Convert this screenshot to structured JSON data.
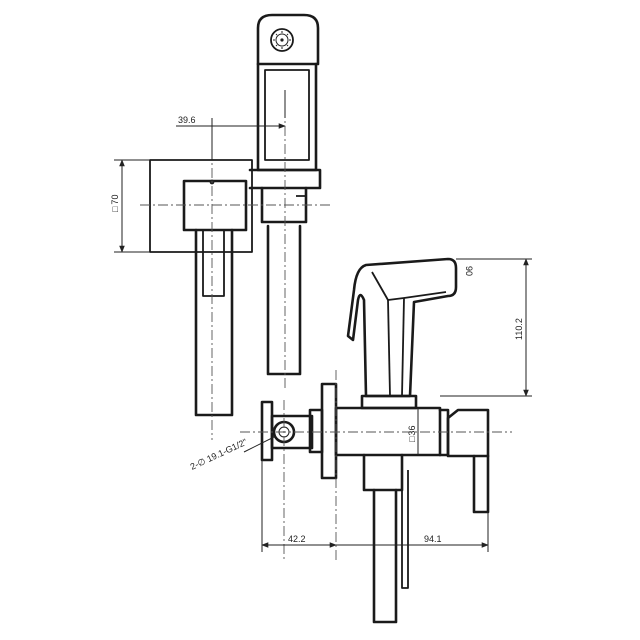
{
  "drawing": {
    "dimensions": {
      "dim_39_6": "39.6",
      "dim_70": "70",
      "dim_90": "90",
      "dim_110_2": "110.2",
      "dim_36": "36",
      "dim_42_2": "42.2",
      "dim_94_1": "94.1",
      "thread_note": "2-∅ 19.1-G1/2\""
    },
    "symbols": {
      "square_symbol": "□"
    }
  }
}
